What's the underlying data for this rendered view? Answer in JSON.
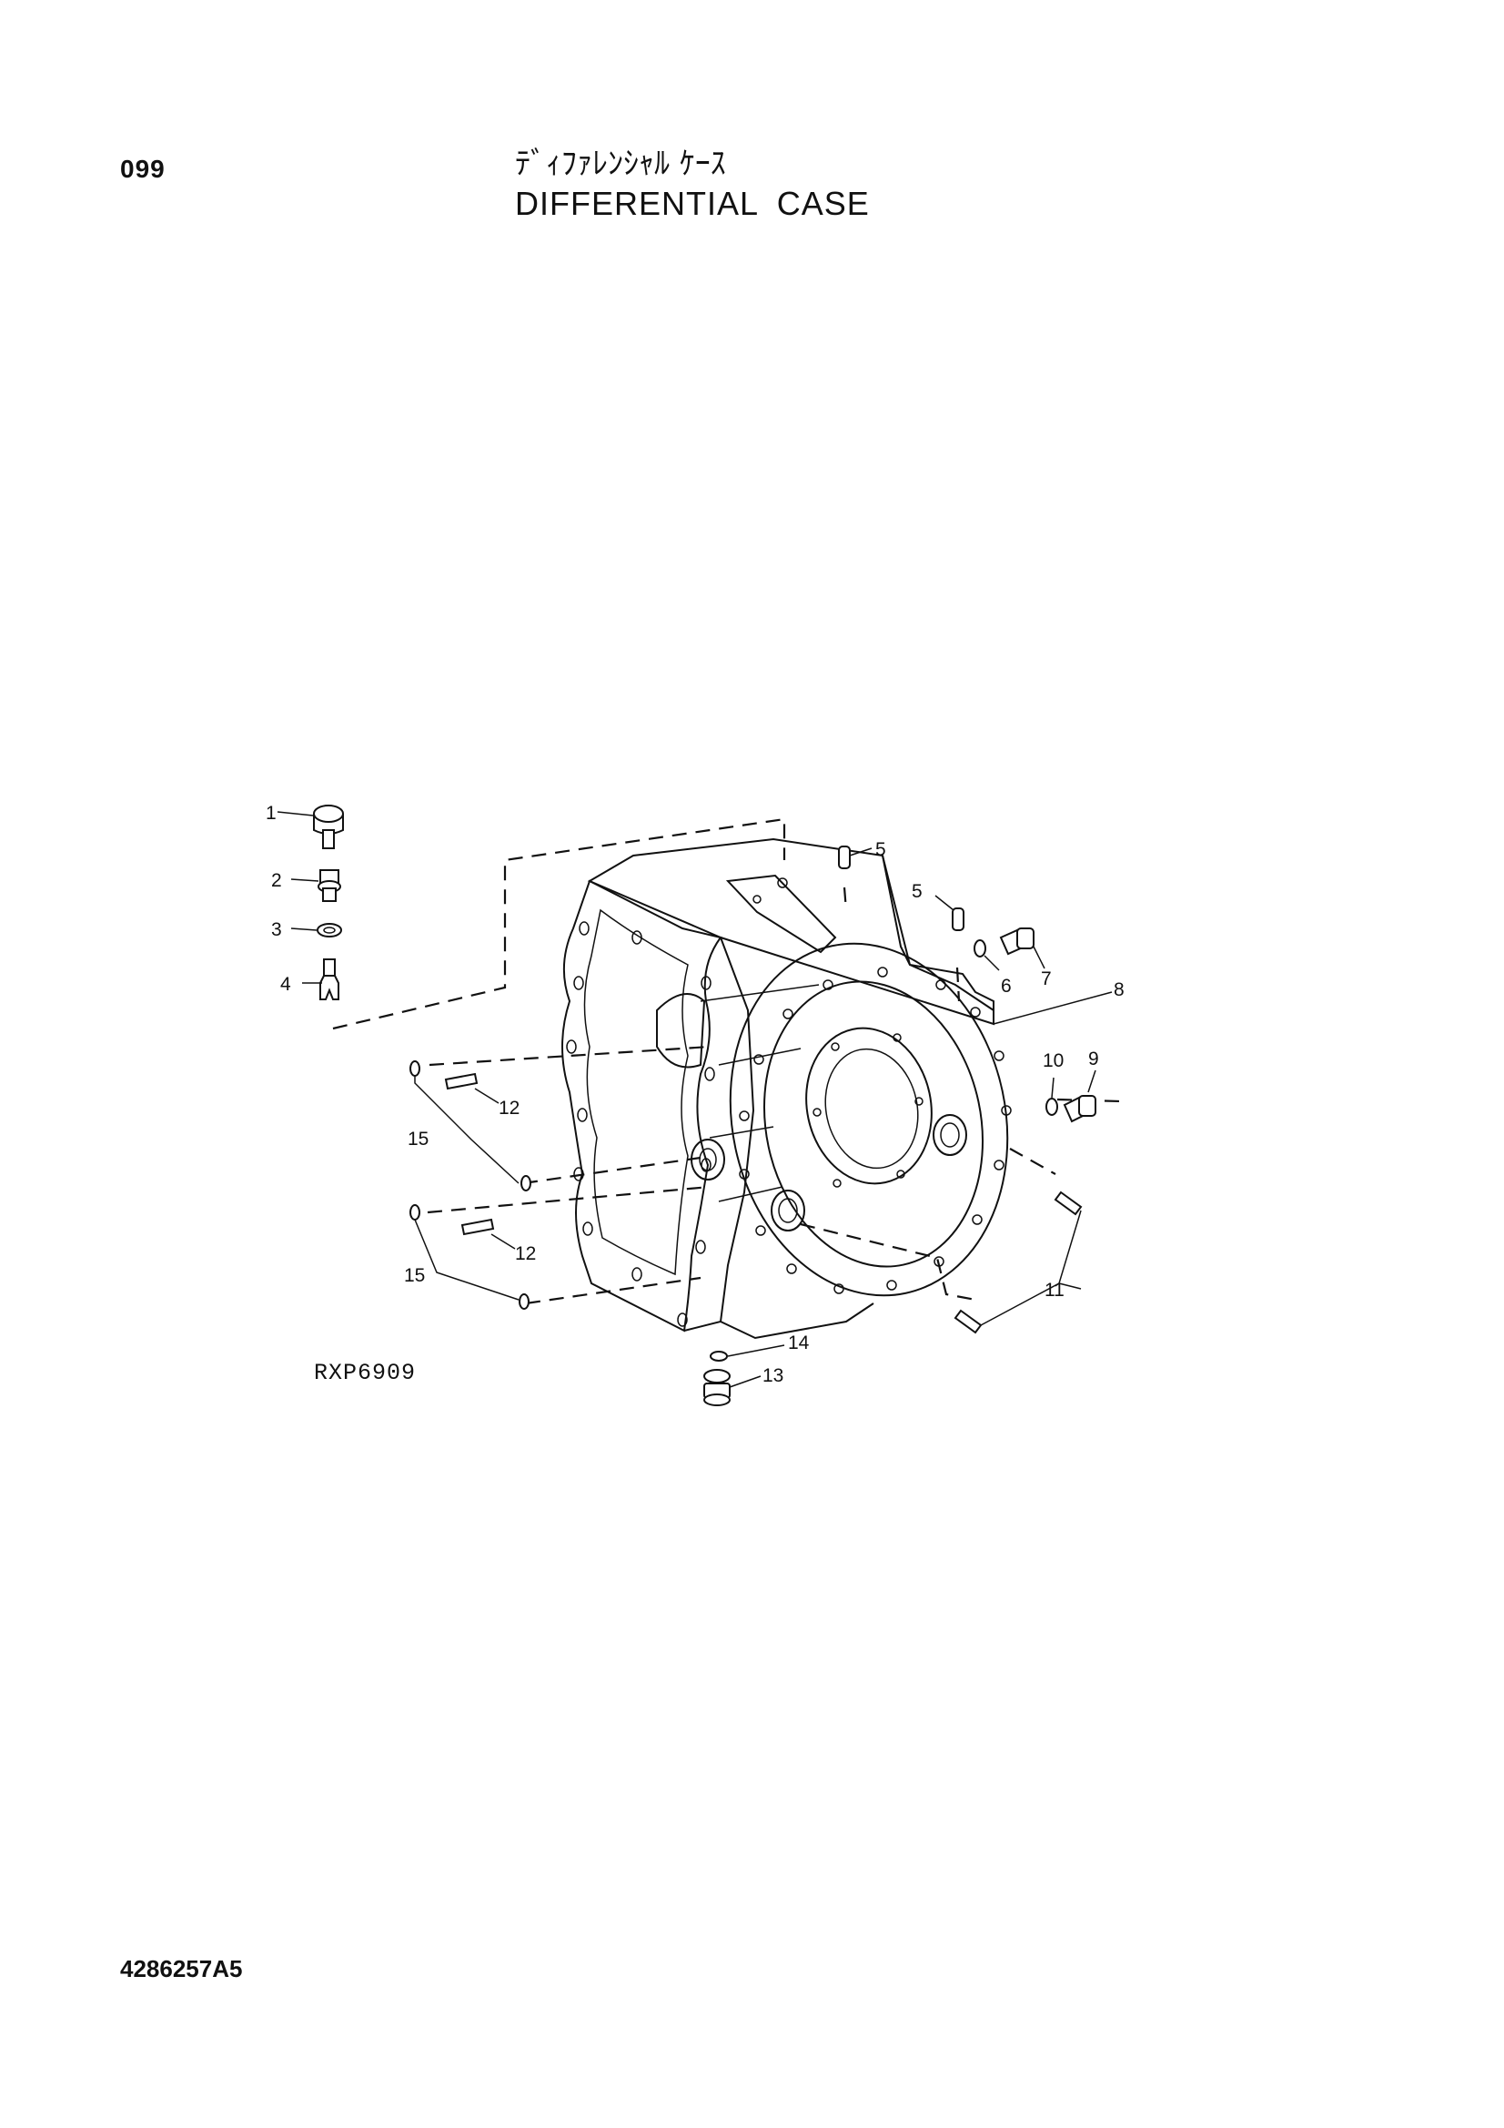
{
  "header": {
    "page_number": "099",
    "title_jp": "ﾃﾞｨﾌｧﾚﾝｼｬﾙ ｹｰｽ",
    "title_en": "DIFFERENTIAL CASE"
  },
  "diagram": {
    "drawing_code": "RXP6909",
    "callouts": [
      "1",
      "2",
      "3",
      "4",
      "5",
      "5",
      "6",
      "7",
      "8",
      "9",
      "10",
      "11",
      "12",
      "12",
      "13",
      "14",
      "15",
      "15"
    ]
  },
  "footer": {
    "document_code": "4286257A5"
  }
}
